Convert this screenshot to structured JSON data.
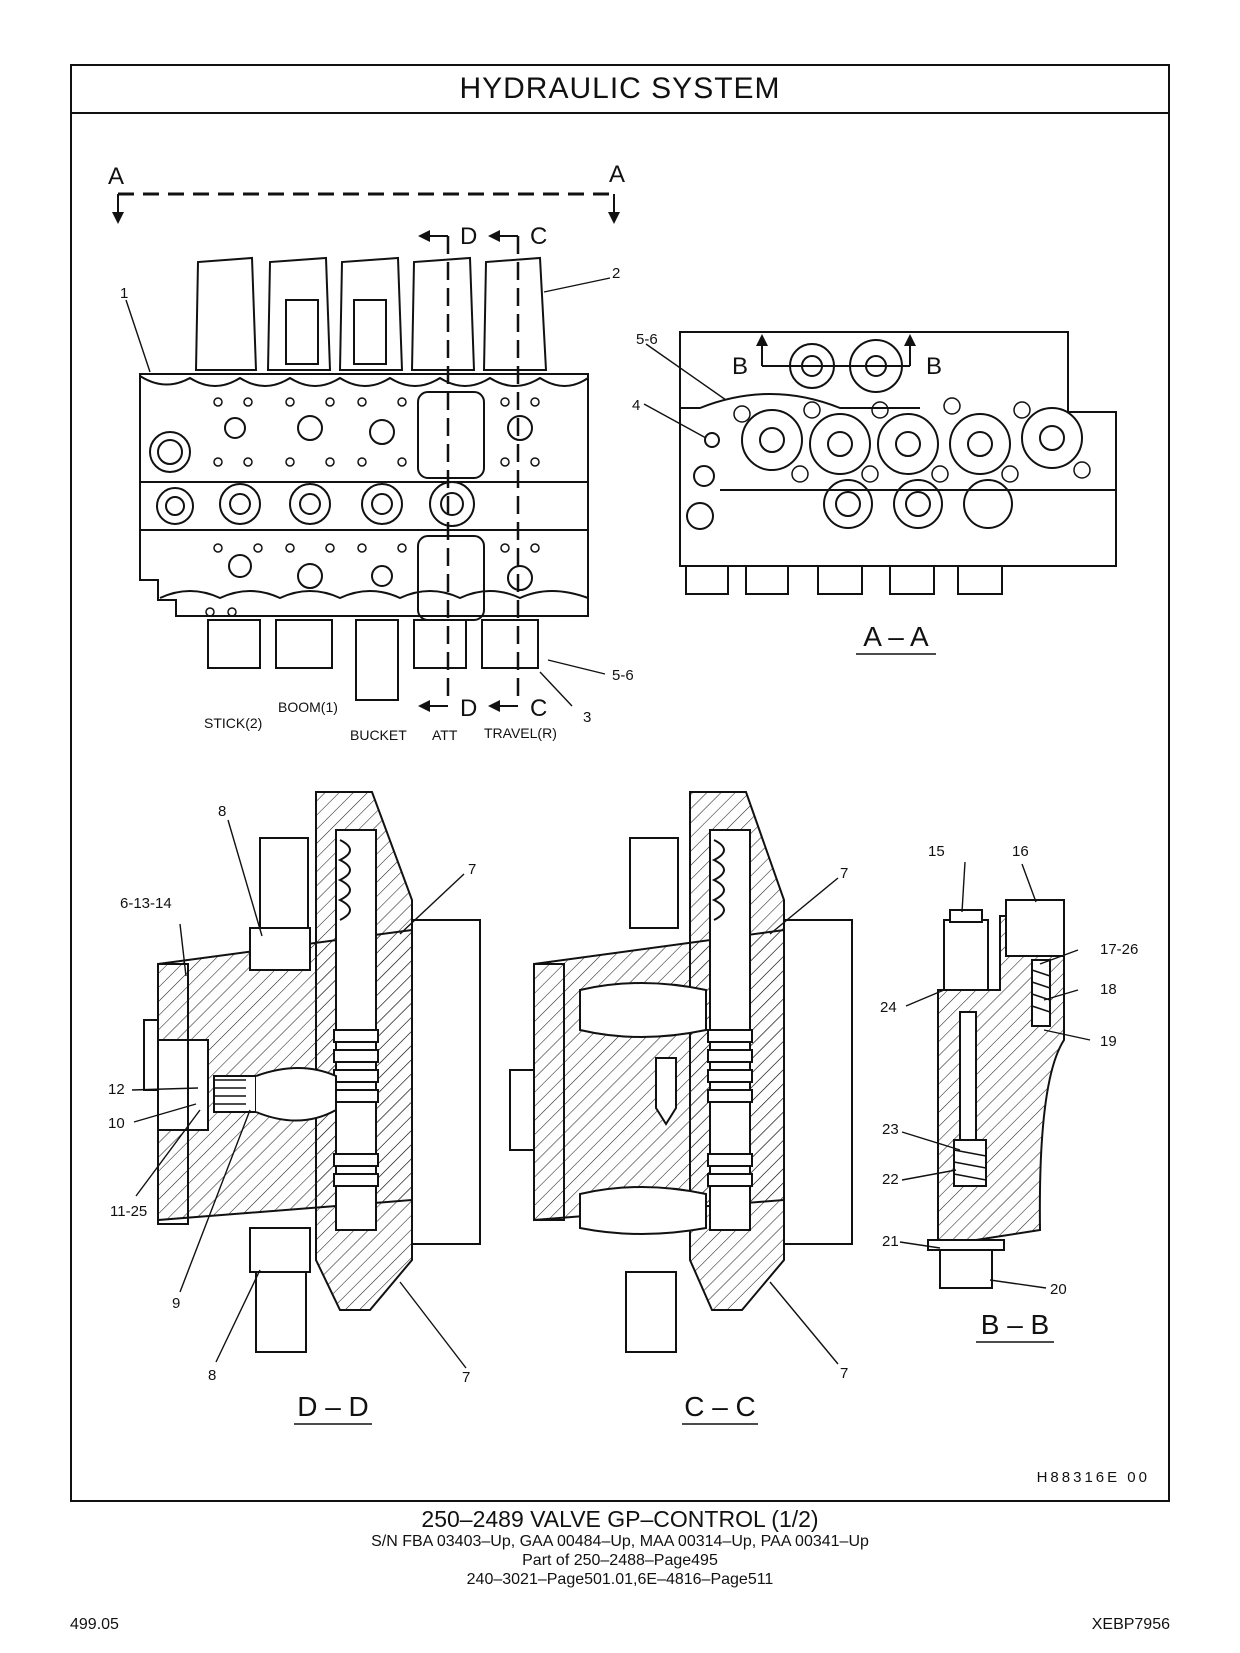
{
  "header": {
    "title": "HYDRAULIC   SYSTEM"
  },
  "figure": {
    "code": "H88316E     00",
    "section_titles": {
      "aa": "A – A",
      "dd": "D – D",
      "cc": "C – C",
      "bb": "B – B"
    },
    "section_markers": {
      "a": "A",
      "b": "B",
      "c": "C",
      "d": "D"
    },
    "sections": [
      "STICK(2)",
      "BOOM(1)",
      "BUCKET",
      "ATT",
      "TRAVEL(R)"
    ],
    "callouts": {
      "c1": "1",
      "c2": "2",
      "c3": "3",
      "c4": "4",
      "c56": "5-6",
      "c61314": "6-13-14",
      "c7": "7",
      "c8": "8",
      "c9": "9",
      "c10": "10",
      "c1125": "11-25",
      "c12": "12",
      "c15": "15",
      "c16": "16",
      "c1726": "17-26",
      "c18": "18",
      "c19": "19",
      "c20": "20",
      "c21": "21",
      "c22": "22",
      "c23": "23",
      "c24": "24"
    }
  },
  "caption": {
    "line1": "250–2489   VALVE  GP–CONTROL (1/2)",
    "line2": "S/N FBA 03403–Up, GAA 00484–Up, MAA 00314–Up, PAA 00341–Up",
    "line3": "Part of 250–2488–Page495",
    "line4": "240–3021–Page501.01,6E–4816–Page511"
  },
  "footer": {
    "page": "499.05",
    "doc": "XEBP7956"
  }
}
